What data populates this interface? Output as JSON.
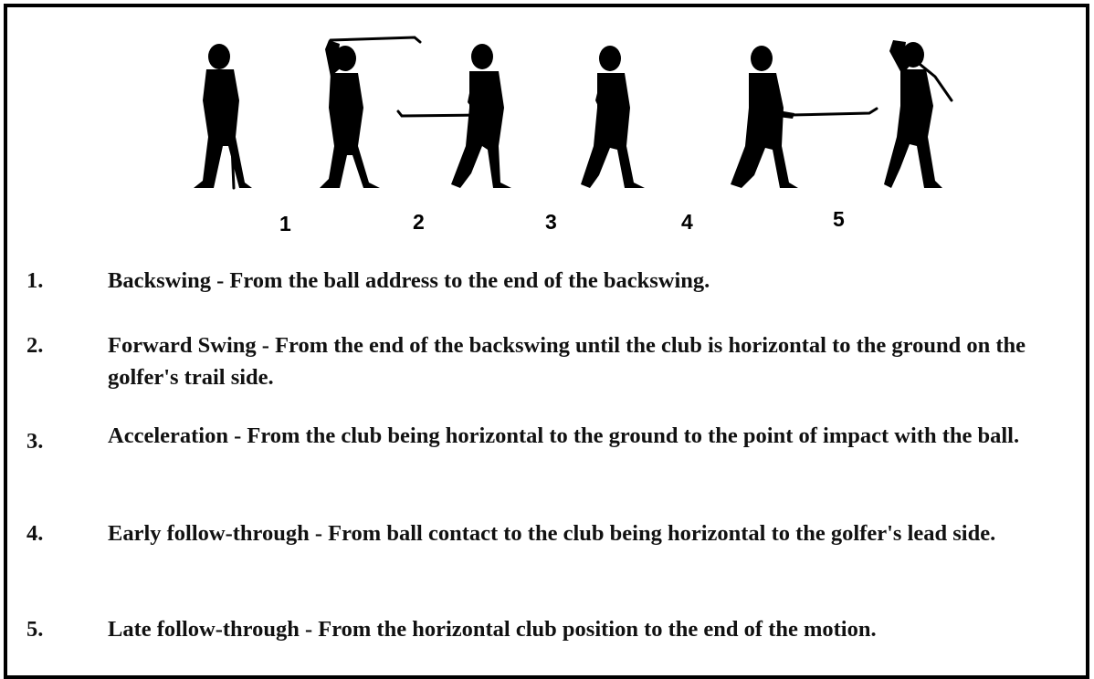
{
  "phase_numbers": [
    "1",
    "2",
    "3",
    "4",
    "5"
  ],
  "steps": [
    {
      "num": "1.",
      "text": "Backswing - From the ball address to the end of the backswing."
    },
    {
      "num": "2.",
      "text": "Forward Swing - From the end of the backswing until the club is horizontal to the ground on the  golfer's trail side."
    },
    {
      "num": "3.",
      "text": "Acceleration - From the club being horizontal to the ground to the point of impact with the ball."
    },
    {
      "num": "4.",
      "text": "Early follow-through - From ball contact to the club being horizontal to the golfer's lead side."
    },
    {
      "num": "5.",
      "text": "Late follow-through - From the horizontal club position to the end of the motion."
    }
  ]
}
